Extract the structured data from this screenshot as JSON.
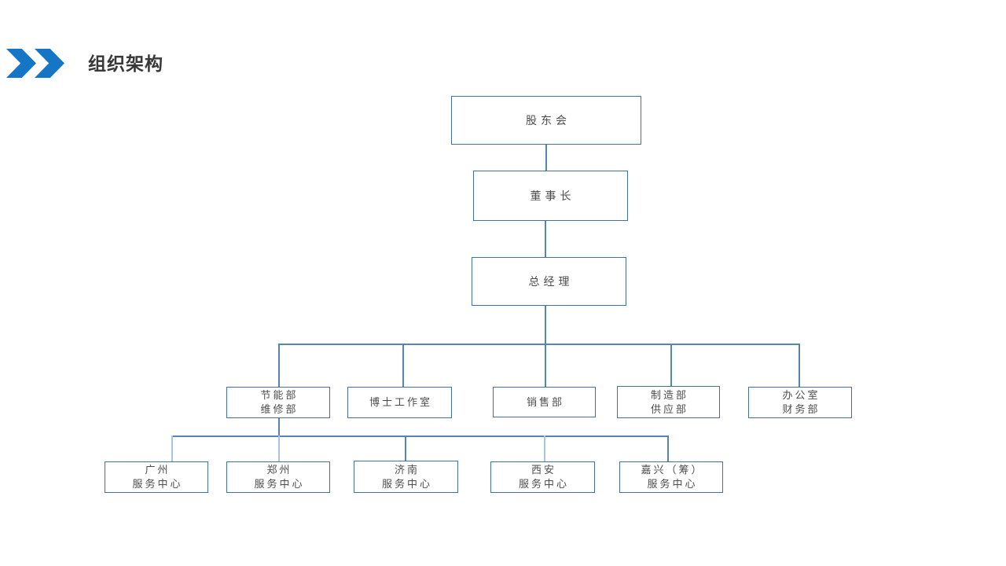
{
  "slide": {
    "title": "组织架构",
    "colors": {
      "chevron_blue": "#1476C4",
      "box_border": "#41719C",
      "connector": "#5585B5",
      "connector_light": "#A9C4DE",
      "box_text": "#4D4D4D",
      "title_text": "#383838"
    },
    "icons": [
      "chevron-right-icon",
      "chevron-right-icon"
    ]
  },
  "org_chart": {
    "shareholders": {
      "label": "股东会"
    },
    "chairman": {
      "label": "董事长"
    },
    "general_manager": {
      "label": "总经理"
    },
    "departments": [
      {
        "lines": [
          "节能部",
          "维修部"
        ]
      },
      {
        "lines": [
          "博士工作室"
        ]
      },
      {
        "lines": [
          "销售部"
        ]
      },
      {
        "lines": [
          "制造部",
          "供应部"
        ]
      },
      {
        "lines": [
          "办公室",
          "财务部"
        ]
      }
    ],
    "service_centers": [
      {
        "lines": [
          "广州",
          "服务中心"
        ]
      },
      {
        "lines": [
          "郑州",
          "服务中心"
        ]
      },
      {
        "lines": [
          "济南",
          "服务中心"
        ]
      },
      {
        "lines": [
          "西安",
          "服务中心"
        ]
      },
      {
        "lines": [
          "嘉兴（筹）",
          "服务中心"
        ]
      }
    ]
  }
}
